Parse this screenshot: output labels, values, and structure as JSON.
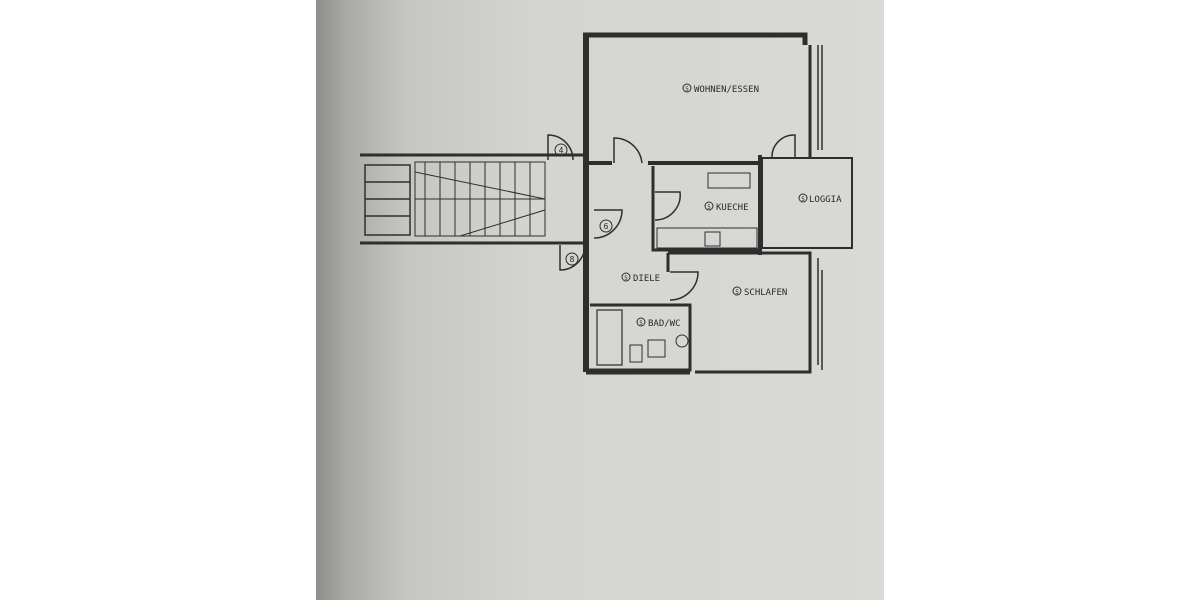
{
  "floor_plan": {
    "rooms": [
      {
        "id": "wohnen",
        "label": "WOHNEN/ESSEN",
        "marker": "5"
      },
      {
        "id": "kueche",
        "label": "KUECHE",
        "marker": "5"
      },
      {
        "id": "loggia",
        "label": "LOGGIA",
        "marker": "5"
      },
      {
        "id": "diele",
        "label": "DIELE",
        "marker": "5"
      },
      {
        "id": "schlafen",
        "label": "SCHLAFEN",
        "marker": "5"
      },
      {
        "id": "bad",
        "label": "BAD/WC",
        "marker": "5"
      }
    ],
    "door_markers": [
      "4",
      "6",
      "8"
    ]
  }
}
